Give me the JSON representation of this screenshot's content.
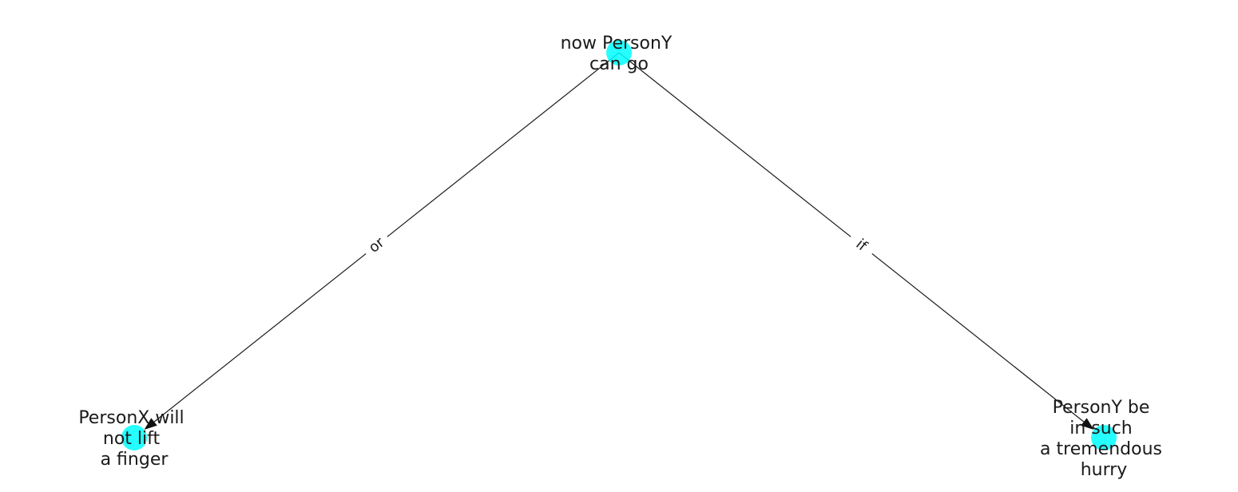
{
  "diagram": {
    "type": "directed-graph",
    "node_color": "#00ffff",
    "edge_color": "#1a1a1a",
    "nodes": [
      {
        "id": "n1",
        "lines": [
          "now PersonY",
          "can go"
        ]
      },
      {
        "id": "n2",
        "lines": [
          "PersonX will",
          "not lift",
          "a finger"
        ]
      },
      {
        "id": "n3",
        "lines": [
          "PersonY be",
          "in such",
          "a tremendous",
          "hurry"
        ]
      }
    ],
    "edges": [
      {
        "from": "n1",
        "to": "n2",
        "label": "or"
      },
      {
        "from": "n1",
        "to": "n3",
        "label": "if"
      }
    ]
  }
}
